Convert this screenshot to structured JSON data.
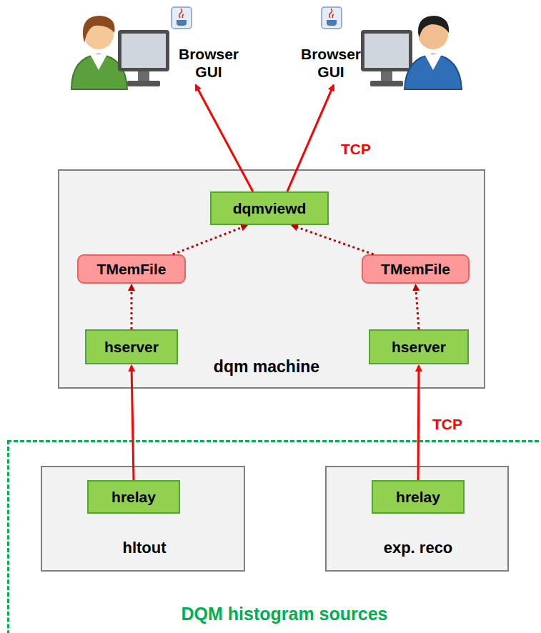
{
  "diagram": {
    "nodes": [
      {
        "text": [
          "Browser GUI"
        ]
      },
      {
        "text": [
          "Browser GUI"
        ]
      },
      {
        "text": [
          "dqm machine"
        ]
      },
      {
        "text": [
          "dqmviewd"
        ],
        "in": 2
      },
      {
        "text": [
          "TMemFile"
        ],
        "in": 2
      },
      {
        "text": [
          "TMemFile"
        ],
        "in": 2
      },
      {
        "text": [
          "hserver"
        ],
        "in": 2
      },
      {
        "text": [
          "hserver"
        ],
        "in": 2
      },
      {
        "text": [
          "DQM histogram sources"
        ]
      },
      {
        "text": [
          "hltout"
        ],
        "in": 8
      },
      {
        "text": [
          "hrelay"
        ],
        "in": 9
      },
      {
        "text": [
          "exp. reco"
        ],
        "in": 8
      },
      {
        "text": [
          "hrelay"
        ],
        "in": 11
      }
    ],
    "edges": [
      {
        "from": 3,
        "to": 0,
        "arrow": "to"
      },
      {
        "from": 3,
        "to": 1,
        "label": "TCP",
        "arrow": "to"
      },
      {
        "from": 4,
        "to": 3,
        "arrow": "to"
      },
      {
        "from": 5,
        "to": 3,
        "arrow": "to"
      },
      {
        "from": 6,
        "to": 4,
        "arrow": "to"
      },
      {
        "from": 7,
        "to": 5,
        "arrow": "to"
      },
      {
        "from": 10,
        "to": 6,
        "arrow": "to"
      },
      {
        "from": 12,
        "to": 7,
        "arrow": "to",
        "label": "TCP"
      }
    ]
  }
}
